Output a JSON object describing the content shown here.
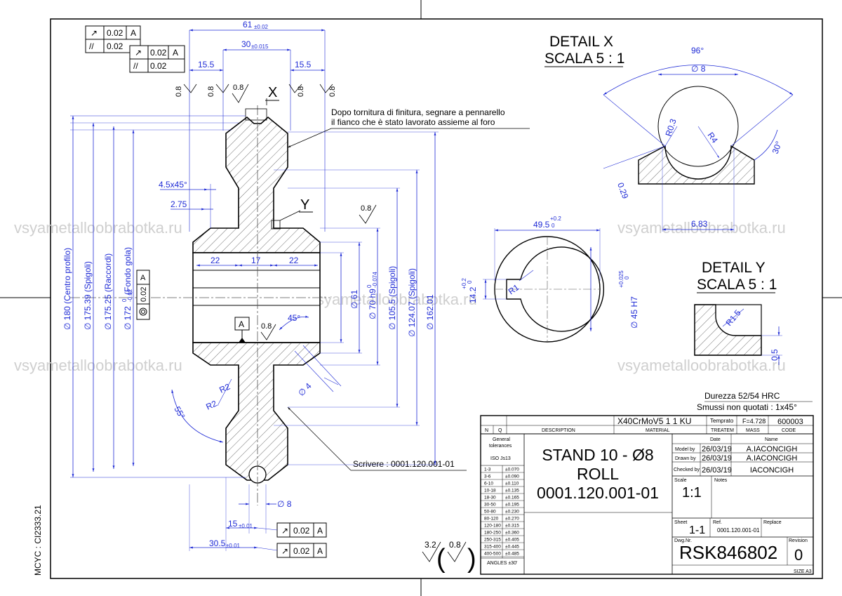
{
  "fcf": {
    "top_1": {
      "sym1": "↗",
      "val1": "0.02",
      "ref1": "A",
      "sym2": "//",
      "val2": "0.02"
    },
    "top_2": {
      "sym1": "↗",
      "val1": "0.02",
      "ref1": "A",
      "sym2": "//",
      "val2": "0.02"
    },
    "left_mid": {
      "val": "0.02",
      "ref": "A"
    },
    "bottom_1": {
      "sym": "↗",
      "val": "0.02",
      "ref": "A"
    },
    "bottom_2": {
      "sym": "↗",
      "val": "0.02",
      "ref": "A"
    }
  },
  "dims": {
    "d61": "61",
    "d61_tol": "±0.02",
    "d30": "30",
    "d30_tol": "±0.015",
    "d15_5a": "15.5",
    "d15_5b": "15.5",
    "d4_5x45": "4.5x45°",
    "d2_75": "2.75",
    "d22a": "22",
    "d17": "17",
    "d22b": "22",
    "dia180": "∅ 180 (Centro profilo)",
    "dia175_39": "∅ 175.39 (Spigoli)",
    "dia175_25": "∅ 175.25 (Raccordi)",
    "dia172": "∅ 172",
    "dia172_tol_up": "0",
    "dia172_tol_lo": "-0.02",
    "dia172_note": "(Fondo gola)",
    "dia61": "∅ 61",
    "dia70": "∅ 70 h9",
    "dia70_tol_up": "0",
    "dia70_tol_lo": "-0.074",
    "dia105_5": "∅ 105.5 (Spigoli)",
    "dia124_07": "∅ 124.07 (Spigoli)",
    "dia162_01": "∅ 162.01",
    "ang45": "45°",
    "ang55": "55°",
    "r2a": "R2",
    "r2b": "R2",
    "dia4": "∅ 4",
    "dia8": "∅ 8",
    "d15": "15",
    "d15_tol": "±0.01",
    "d30_5": "30.5",
    "d30_5_tol": "±0.01",
    "rough": [
      "0.8",
      "0.8",
      "0.8",
      "0.8",
      "0.8",
      "0.8",
      "0.8"
    ],
    "datum": "A",
    "label_x": "X",
    "label_y": "Y"
  },
  "notes": {
    "finish_line1": "Dopo tornitura di finitura, segnare a pennarello",
    "finish_line2": "il fianco che è stato lavorato assieme al foro",
    "engrave": "Scrivere : 0001.120.001-01"
  },
  "detail_x": {
    "title": "DETAIL X",
    "scale": "SCALA 5 : 1",
    "ang96": "96°",
    "dia8": "∅ 8",
    "r0_3": "R0.3",
    "r4": "R4",
    "ang30": "30°",
    "d0_29": "0.29",
    "d6_83": "6.83"
  },
  "section": {
    "d49_5": "49.5",
    "d49_5_up": "+0.2",
    "d49_5_lo": "0",
    "d14_2": "14.2",
    "d14_2_up": "+0.2",
    "d14_2_lo": "0",
    "r1": "R1",
    "dia45": "∅ 45 H7",
    "dia45_up": "+0.025",
    "dia45_lo": "0"
  },
  "detail_y": {
    "title": "DETAIL Y",
    "scale": "SCALA 5 : 1",
    "r1_5": "R1.5",
    "d0_5": "0.5"
  },
  "surface": {
    "main": "3.2",
    "bracket": "0.8"
  },
  "side_code": "MCYC : CI2333.21",
  "watermark": "vsyametalloobrabotka.ru",
  "title_block": {
    "hardness": "Durezza 52/54 HRC",
    "chamfers": "Smussi non quotati : 1x45°",
    "material": "X40CrMoV5 1 1 KU",
    "temper_label": "Temprato",
    "f_value": "F=4.728",
    "code": "600003",
    "col_n": "N",
    "col_q": "Q",
    "col_desc": "DESCRIPTION",
    "col_material": "MATERIAL",
    "col_treat": "TREATEM",
    "col_mass": "MASS",
    "col_code": "CODE",
    "gen_tol_1": "General",
    "gen_tol_2": "tolerances",
    "iso": "ISO Js13",
    "tol_rows": [
      [
        "1-3",
        "±0.070"
      ],
      [
        "3-6",
        "±0.090"
      ],
      [
        "6-10",
        "±0.110"
      ],
      [
        "10-18",
        "±0.135"
      ],
      [
        "18-30",
        "±0.165"
      ],
      [
        "30-50",
        "±0.195"
      ],
      [
        "50-80",
        "±0.230"
      ],
      [
        "80-120",
        "±0.270"
      ],
      [
        "120-180",
        "±0.315"
      ],
      [
        "180-250",
        "±0.360"
      ],
      [
        "250-315",
        "±0.405"
      ],
      [
        "315-400",
        "±0.445"
      ],
      [
        "400-500",
        "±0.485"
      ]
    ],
    "angles": "ANGLES ±30'",
    "title_1": "STAND 10 - Ø8",
    "title_2": "ROLL",
    "title_3": "0001.120.001-01",
    "hdr_date": "Date",
    "hdr_name": "Name",
    "model_by": "Model by",
    "drawn_by": "Drawn by",
    "checked_by": "Checked by",
    "date_1": "26/03/19",
    "date_2": "26/03/19",
    "date_3": "26/03/19",
    "name_1": "A.IACONCIGH",
    "name_2": "A.IACONCIGH",
    "name_3": "IACONCIGH",
    "scale_label": "Scale",
    "scale_value": "1:1",
    "notes_label": "Notes",
    "sheet_label": "Sheet",
    "sheet_value": "1-1",
    "ref_label": "Ref.",
    "ref_value": "0001.120.001-01",
    "replace_label": "Replace",
    "dwg_label": "Dwg.Nr.",
    "dwg_value": "RSK846802",
    "rev_label": "Revision",
    "rev_value": "0",
    "size": "SIZE A3"
  }
}
